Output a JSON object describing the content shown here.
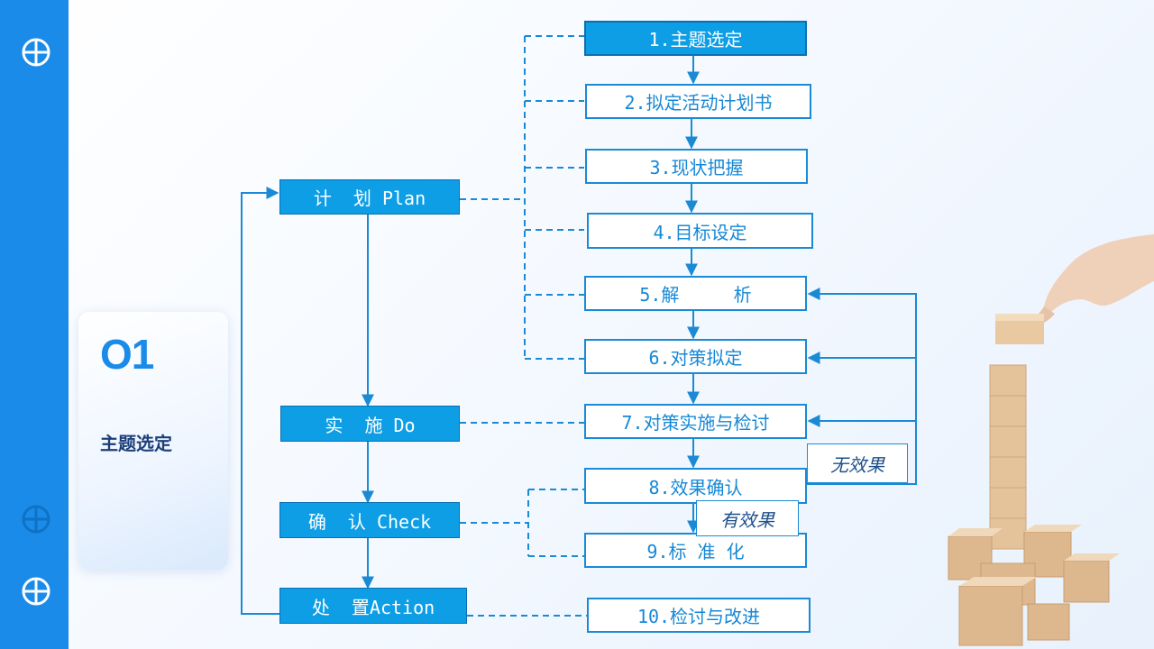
{
  "section": {
    "number": "O1",
    "title": "主题选定"
  },
  "phases": [
    {
      "id": "plan",
      "label": "计  划 Plan"
    },
    {
      "id": "do",
      "label": "实  施 Do"
    },
    {
      "id": "check",
      "label": "确  认 Check"
    },
    {
      "id": "action",
      "label": "处  置Action"
    }
  ],
  "steps": [
    "1.主题选定",
    "2.拟定活动计划书",
    "3.现状把握",
    "4.目标设定",
    "5.解     析",
    "6.对策拟定",
    "7.对策实施与检讨",
    "8.效果确认",
    "9.标 准 化",
    "10.检讨与改进"
  ],
  "notes": {
    "no_effect": "无效果",
    "effective": "有效果"
  },
  "icons": [
    "plus-circle-icon",
    "plus-circle-icon",
    "plus-circle-icon"
  ],
  "colors": {
    "accent": "#1a8be8",
    "line": "#1a8ad4",
    "phase_fill": "#0d9ee6"
  }
}
